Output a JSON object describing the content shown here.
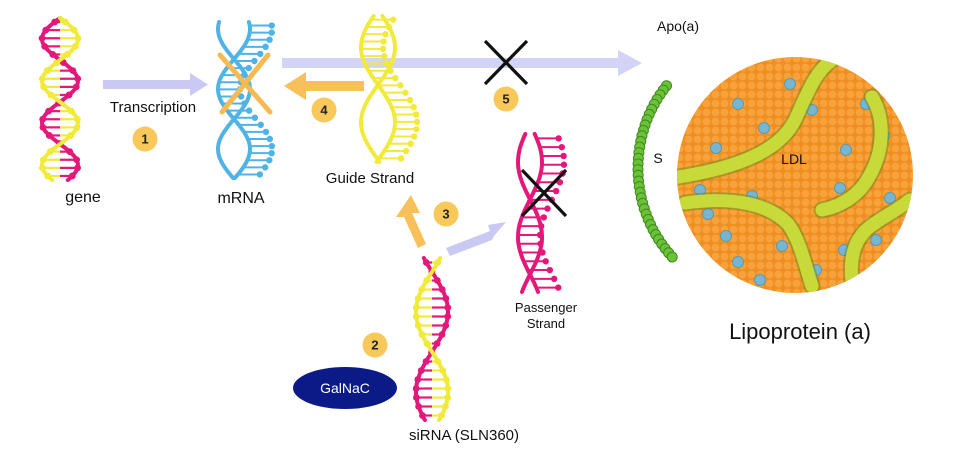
{
  "labels": {
    "gene": "gene",
    "transcription": "Transcription",
    "mrna": "mRNA",
    "guide_strand": "Guide Strand",
    "passenger_strand_line1": "Passenger",
    "passenger_strand_line2": "Strand",
    "sirna": "siRNA (SLN360)",
    "galnac": "GalNaC",
    "apoa": "Apo(a)",
    "s": "S",
    "ldl": "LDL",
    "lipoprotein": "Lipoprotein (a)"
  },
  "steps": [
    "1",
    "2",
    "3",
    "4",
    "5"
  ],
  "colors": {
    "dna_yellow": "#f2ea3a",
    "dna_magenta": "#e4187b",
    "rna_blue": "#4fb3e6",
    "arrow_lavender": "#c9c9f3",
    "arrow_orange": "#f7c05a",
    "badge": "#f8c85a",
    "galnac": "#0b1a86",
    "apo_green": "#6bc238",
    "ldl_orange": "#f39a2c",
    "ldl_dot": "#78b6cf",
    "ldl_band": "#c8da3a"
  }
}
